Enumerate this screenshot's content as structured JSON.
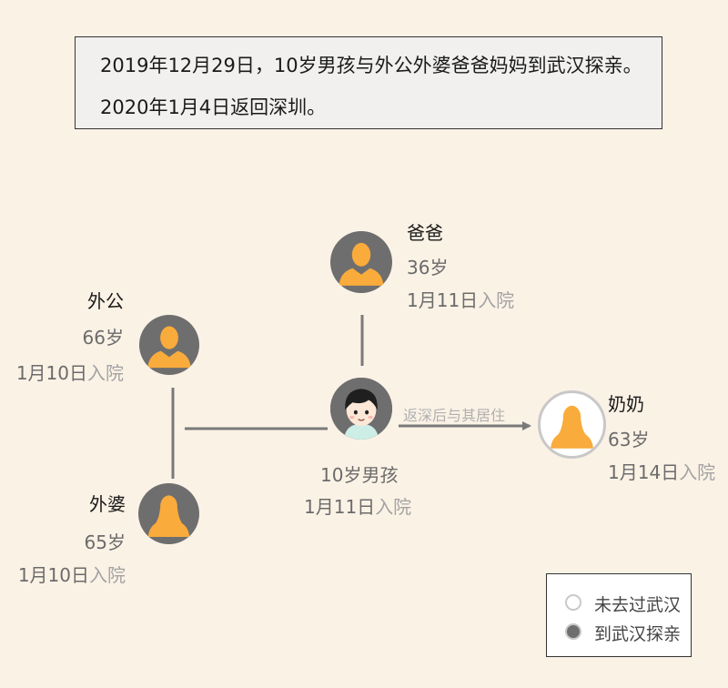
{
  "header": {
    "line1": "2019年12月29日，10岁男孩与外公外婆爸爸妈妈到武汉探亲。",
    "line2": "2020年1月4日返回深圳。"
  },
  "nodes": {
    "dad": {
      "name": "爸爸",
      "age": "36岁",
      "date": "1月11日",
      "status": "入院",
      "visited_wuhan": true
    },
    "grandpa": {
      "name": "外公",
      "age": "66岁",
      "date": "1月10日",
      "status": "入院",
      "visited_wuhan": true
    },
    "grandma_maternal": {
      "name": "外婆",
      "age": "65岁",
      "date": "1月10日",
      "status": "入院",
      "visited_wuhan": true
    },
    "boy": {
      "name": "10岁男孩",
      "date": "1月11日",
      "status": "入院",
      "visited_wuhan": true
    },
    "grandma_paternal": {
      "name": "奶奶",
      "age": "63岁",
      "date": "1月14日",
      "status": "入院",
      "visited_wuhan": false
    }
  },
  "edge_label": "返深后与其居住",
  "legend": {
    "not_visited": "未去过武汉",
    "visited": "到武汉探亲"
  },
  "colors": {
    "background": "#fbf2e6",
    "person": "#f9ab3c",
    "visited_circle": "#6e6e6e",
    "not_visited_border": "#c8c8c8",
    "connector": "#7a7a7a"
  }
}
